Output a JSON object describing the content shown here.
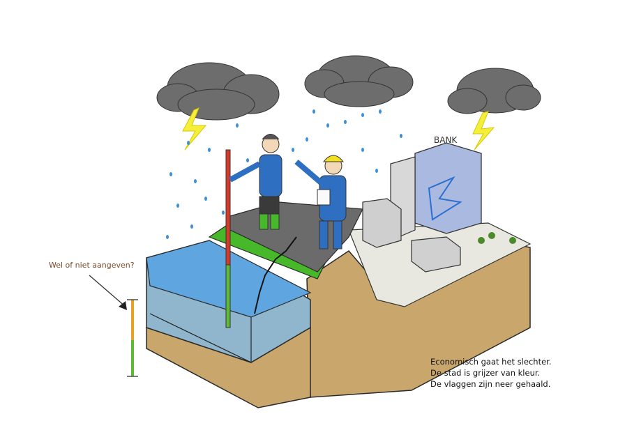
{
  "annotation": {
    "text": "Wel of niet aangeven?"
  },
  "bank_sign": "BANK",
  "caption": {
    "lines": [
      "Economisch gaat het slechter.",
      "De stad is grijzer van kleur.",
      "De vlaggen zijn neer gehaald."
    ]
  },
  "colors": {
    "cloud": "#6d6d6d",
    "lightning": "#f4ef3a",
    "rain": "#3b8fd8",
    "water": "#5fa6e0",
    "grass": "#46b829",
    "earth": "#c9a66b",
    "shirt": "#2f6fc2",
    "gauge_red": "#d83a2a",
    "gauge_green": "#5fba38",
    "gauge_orange": "#e6a32a"
  }
}
